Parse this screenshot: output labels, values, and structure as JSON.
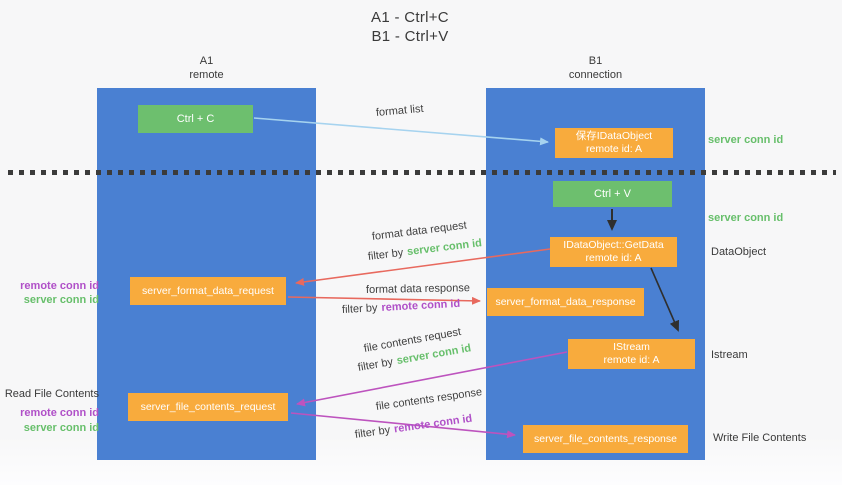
{
  "title": {
    "line1": "A1 - Ctrl+C",
    "line2": "B1 - Ctrl+V"
  },
  "columns": {
    "left": {
      "name": "A1",
      "role": "remote"
    },
    "right": {
      "name": "B1",
      "role": "connection"
    }
  },
  "nodes": {
    "ctrl_c": "Ctrl + C",
    "ctrl_v": "Ctrl + V",
    "save_idataobject": {
      "title": "保存IDataObject",
      "subtitle": "remote id: A"
    },
    "getdata": {
      "title": "IDataObject::GetData",
      "subtitle": "remote id: A"
    },
    "istream": {
      "title": "IStream",
      "subtitle": "remote id: A"
    },
    "server_format_data_request": "server_format_data_request",
    "server_format_data_response": "server_format_data_response",
    "server_file_contents_request": "server_file_contents_request",
    "server_file_contents_response": "server_file_contents_response"
  },
  "labels": {
    "server_conn_id": "server conn id",
    "remote_conn_id": "remote conn id",
    "filter_by": "filter by",
    "data_object": "DataObject",
    "istream": "Istream",
    "read_file_contents": "Read File Contents",
    "write_file_contents": "Write File Contents"
  },
  "arrow_labels": {
    "format_list": "format list",
    "format_data_request": "format data request",
    "format_data_response": "format data response",
    "file_contents_request": "file contents request",
    "file_contents_response": "file contents response"
  },
  "theme": {
    "bg": "#f7f7f8",
    "column_blue": "#4a80d2",
    "box_green": "#6dbf6e",
    "box_orange": "#f8ab3d",
    "text_dark": "#3a3a3a",
    "text_green": "#67bf6b",
    "text_purple": "#b050c8",
    "arrow_red": "#e8695e",
    "arrow_magenta": "#bd53be",
    "arrow_lightblue": "#a6d3ef",
    "arrow_black": "#2f2f2f"
  }
}
